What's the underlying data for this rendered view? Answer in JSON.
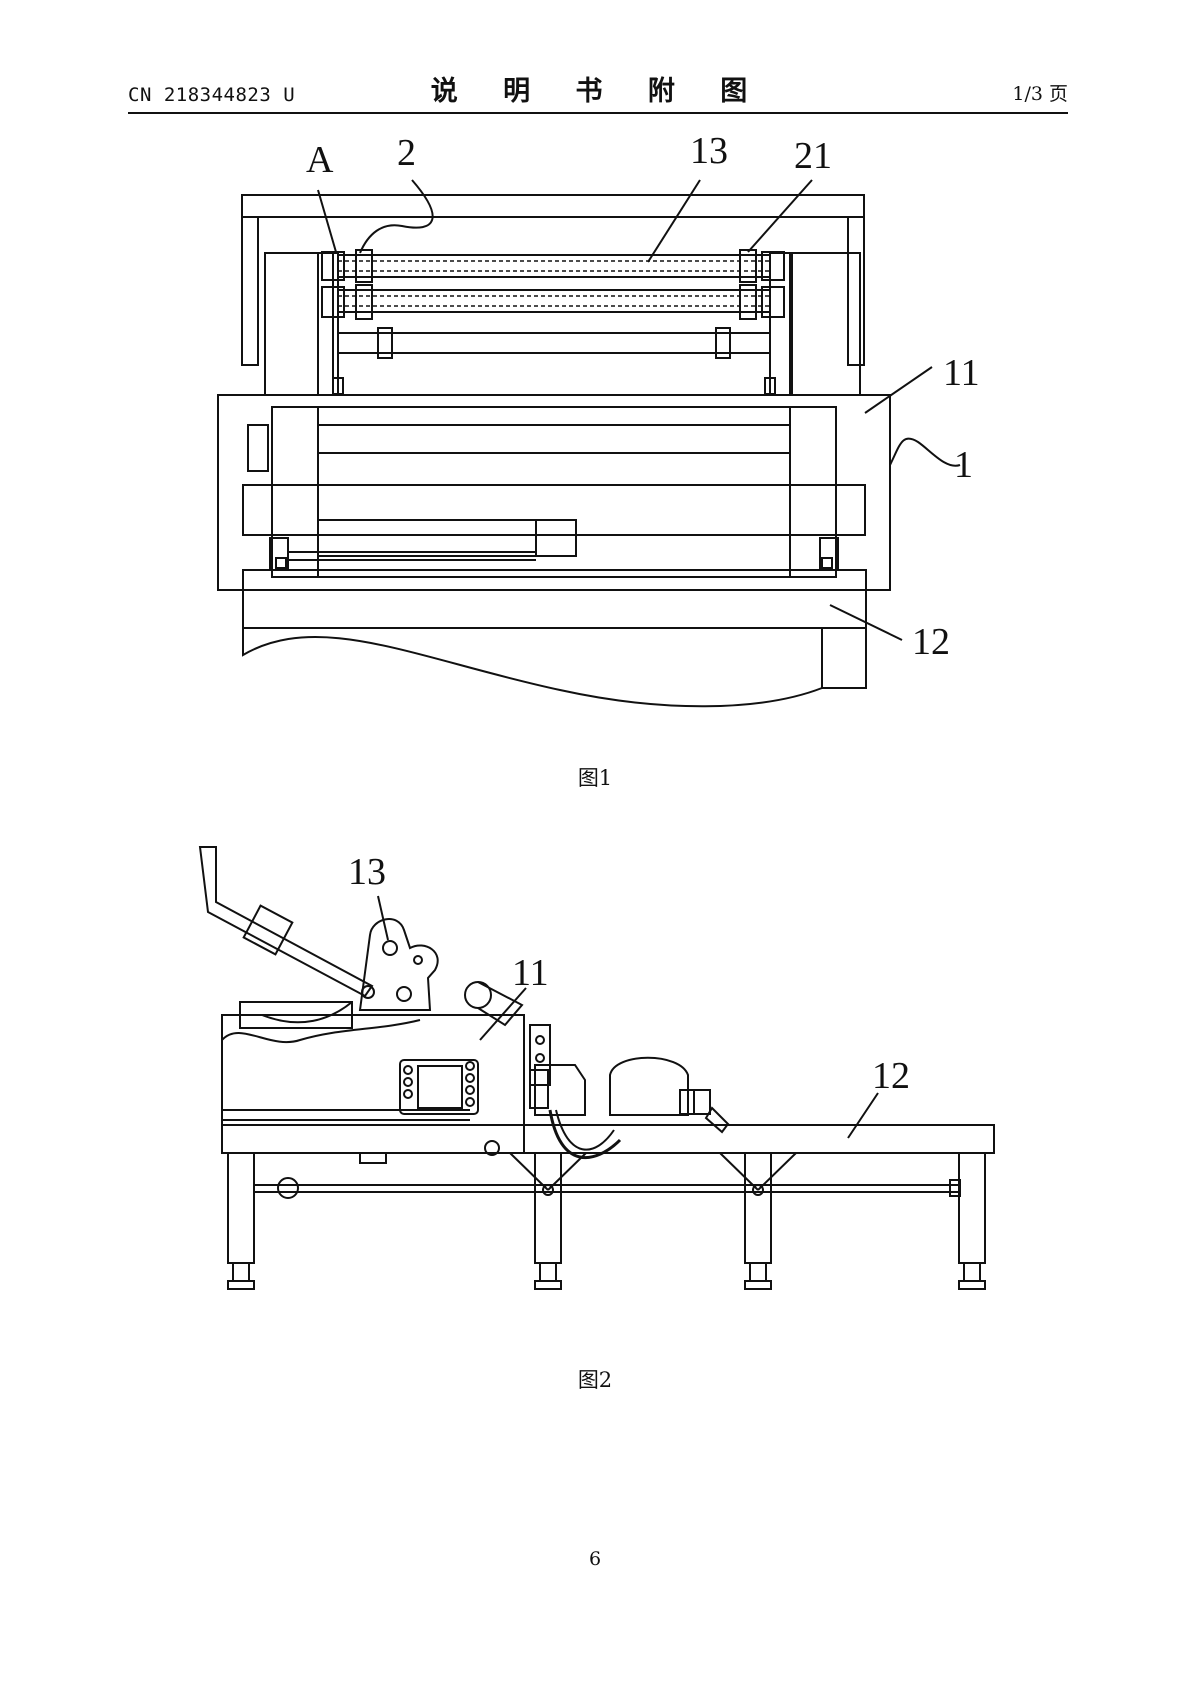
{
  "header": {
    "publication_number": "CN 218344823 U",
    "document_title": "说 明 书 附 图",
    "page_count": "1/3 页"
  },
  "figure1": {
    "caption": "图1",
    "labels": {
      "a": "A",
      "n2": "2",
      "n13": "13",
      "n21": "21",
      "n11": "11",
      "n1": "1",
      "n12": "12"
    }
  },
  "figure2": {
    "caption": "图2",
    "labels": {
      "n13": "13",
      "n11": "11",
      "n12": "12"
    }
  },
  "footer": {
    "page_number": "6"
  }
}
